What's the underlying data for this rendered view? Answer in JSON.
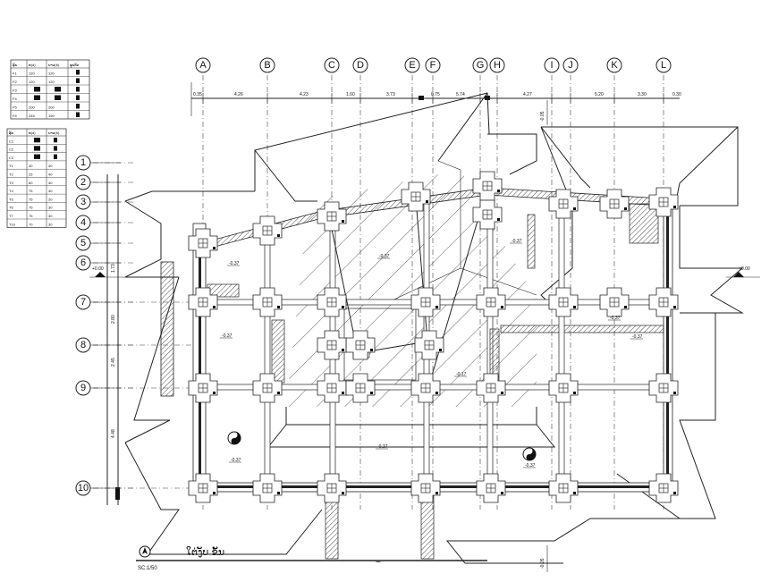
{
  "grid_cols": [
    "A",
    "B",
    "C",
    "D",
    "E",
    "F",
    "G",
    "H",
    "I",
    "J",
    "K",
    "L"
  ],
  "grid_rows": [
    "1",
    "2",
    "3",
    "4",
    "5",
    "6",
    "7",
    "8",
    "9",
    "10"
  ],
  "top_dimensions": [
    "0.35",
    "4.26",
    "4.23",
    "1.60",
    "3.73",
    "0.75",
    "5.74",
    "4.27",
    "5.20",
    "3.30",
    "0.30"
  ],
  "left_dimensions": [
    "1.73",
    "2.80",
    "2.45",
    "4.48"
  ],
  "levels": {
    "outer_left": "+0.00",
    "outer_right": "+0.00",
    "top_vertical": "-0.05",
    "bottom_vertical": "-0.05",
    "rooms": [
      "-0.37",
      "-0.37",
      "-0.37",
      "-0.37",
      "-0.37",
      "-0.37",
      "-0.17",
      "-0.37",
      "-0.37",
      "-0.37"
    ]
  },
  "title": {
    "text": "ໃຕ່ງັບ ຂັ້ນ",
    "scale": "SC:1/50"
  },
  "schedule_footings": {
    "headers": [
      "ລຸ້ນ",
      "ກ(a)",
      "ຍາວ(b)",
      "ຮູບຕັດ"
    ],
    "rows": [
      [
        "F1",
        "120",
        "120"
      ],
      [
        "F2",
        "120",
        "120"
      ],
      [
        "F3",
        "",
        ""
      ],
      [
        "F4",
        "",
        ""
      ],
      [
        "F5",
        "200",
        "200"
      ],
      [
        "F6",
        "245",
        "150"
      ]
    ]
  },
  "schedule_columns": {
    "headers": [
      "ລຸ້ນ",
      "ກ(a)",
      "ຍາວ(b)"
    ],
    "rows": [
      [
        "C1",
        "",
        ""
      ],
      [
        "C2",
        "",
        ""
      ],
      [
        "C3",
        "",
        ""
      ],
      [
        "T1",
        "30",
        "40"
      ],
      [
        "T2",
        "25",
        "40"
      ],
      [
        "T3",
        "60",
        "40"
      ],
      [
        "T4",
        "75",
        "40"
      ],
      [
        "T5",
        "75",
        "20"
      ],
      [
        "T6",
        "75",
        "30"
      ],
      [
        "T7",
        "75",
        "30"
      ],
      [
        "T10",
        "70",
        "30"
      ]
    ]
  },
  "icons": {
    "north": "north-arrow-icon",
    "yinyang": "yin-yang-icon"
  }
}
